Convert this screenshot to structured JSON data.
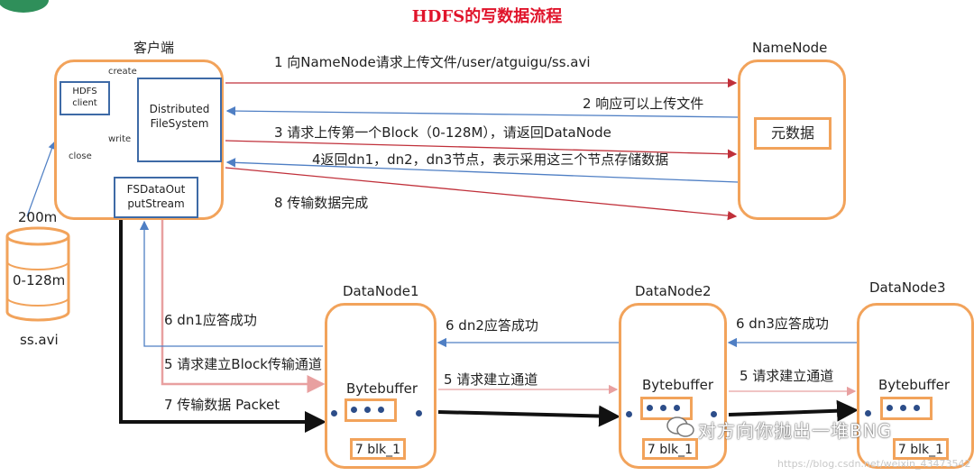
{
  "title": "HDFS的写数据流程",
  "client": {
    "label": "客户端",
    "hdfs_client": "HDFS client",
    "dfs": "Distributed FileSystem",
    "fsdos": "FSDataOut putStream",
    "create": "create",
    "write": "write",
    "close": "close"
  },
  "namenode": {
    "label": "NameNode",
    "metadata": "元数据"
  },
  "file": {
    "size": "200m",
    "block": "0-128m",
    "name": "ss.avi"
  },
  "messages": {
    "m1": "1 向NameNode请求上传文件/user/atguigu/ss.avi",
    "m2": "2 响应可以上传文件",
    "m3": "3 请求上传第一个Block（0-128M），请返回DataNode",
    "m4": "4返回dn1，dn2，dn3节点，表示采用这三个节点存储数据",
    "m8": "8 传输数据完成",
    "m6a": "6 dn1应答成功",
    "m5a": "5 请求建立Block传输通道",
    "m7": "7 传输数据  Packet",
    "m6b": "6 dn2应答成功",
    "m5b": "5 请求建立通道",
    "m6c": "6 dn3应答成功",
    "m5c": "5 请求建立通道"
  },
  "datanodes": [
    {
      "label": "DataNode1",
      "buffer": "Bytebuffer",
      "blk": "7 blk_1"
    },
    {
      "label": "DataNode2",
      "buffer": "Bytebuffer",
      "blk": "7 blk_1"
    },
    {
      "label": "DataNode3",
      "buffer": "Bytebuffer",
      "blk": "7 blk_1"
    }
  ],
  "watermark": "对方向你抛出一堆BNG",
  "url": "https://blog.csdn.net/weixin_43473542",
  "colors": {
    "red_arrow": "#c0303a",
    "blue_arrow": "#4f7fc4",
    "pink_arrow": "#e8a0a0",
    "orange": "#f2a35b",
    "title": "#e0142b"
  }
}
